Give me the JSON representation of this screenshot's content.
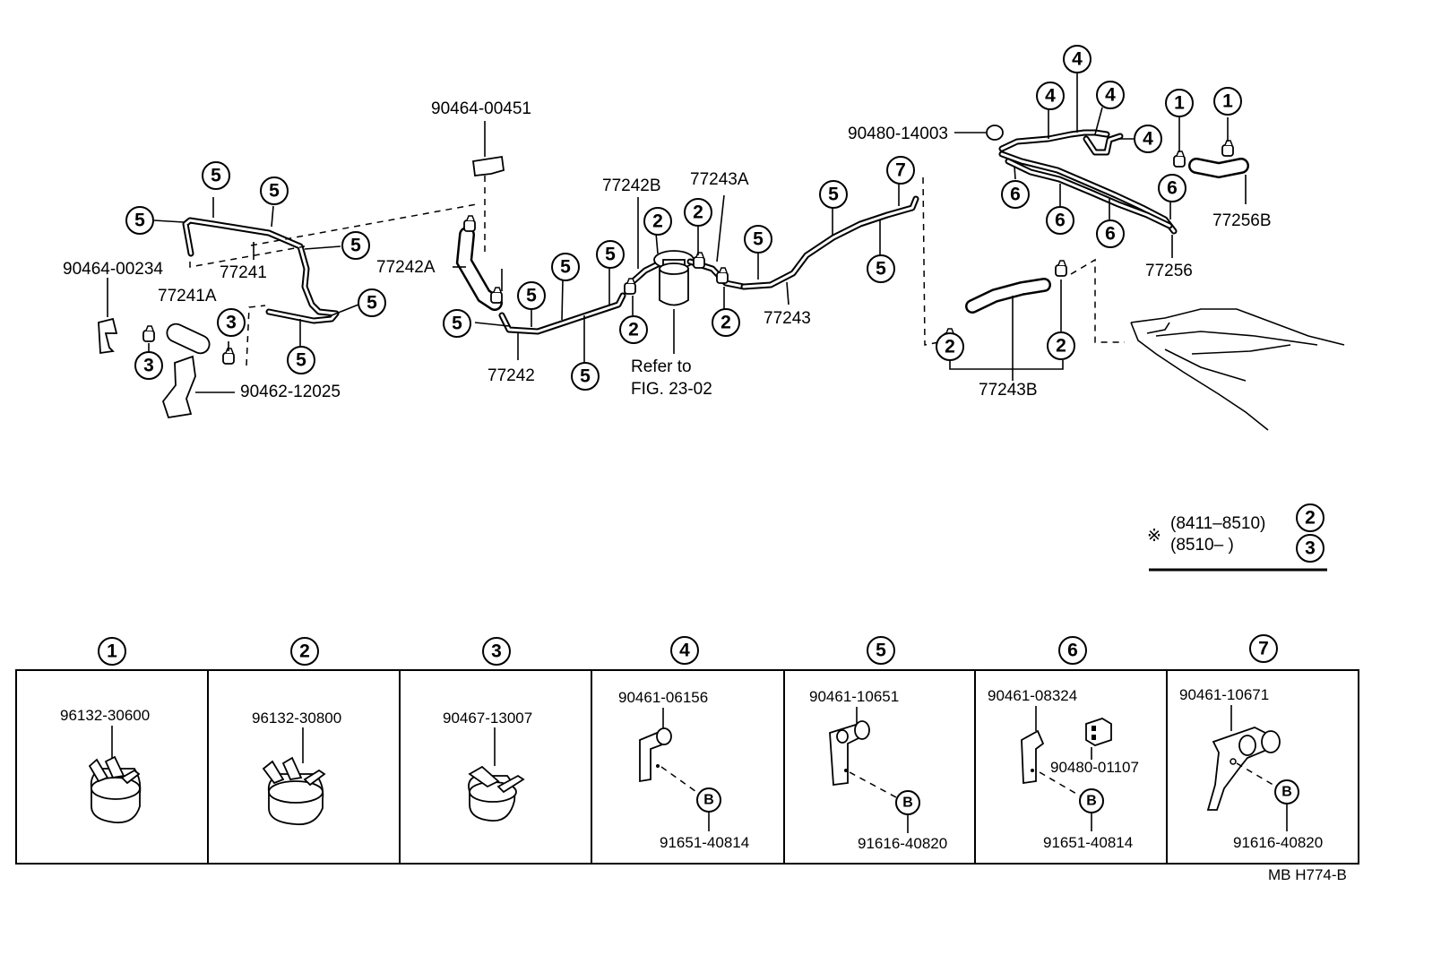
{
  "callouts": {
    "c1": "1",
    "c2": "2",
    "c3": "3",
    "c4": "4",
    "c5": "5",
    "c6": "6",
    "c7": "7",
    "b": "B"
  },
  "parts": {
    "p90464_00451": "90464-00451",
    "p90464_00234": "90464-00234",
    "p77241": "77241",
    "p77241A": "77241A",
    "p90462_12025": "90462-12025",
    "p77242A": "77242A",
    "p77242": "77242",
    "p77242B": "77242B",
    "p77243A": "77243A",
    "refer1": "Refer to",
    "refer2": "FIG. 23-02",
    "p77243": "77243",
    "p90480_14003": "90480-14003",
    "p77256B": "77256B",
    "p77256": "77256",
    "p77243B": "77243B"
  },
  "note": {
    "mark": "※",
    "line1": "(8411–8510)",
    "line2": "(8510–         )"
  },
  "table": [
    {
      "num": "1",
      "part": "96132-30600"
    },
    {
      "num": "2",
      "part": "96132-30800"
    },
    {
      "num": "3",
      "part": "90467-13007"
    },
    {
      "num": "4",
      "part": "90461-06156",
      "bolt": "91651-40814"
    },
    {
      "num": "5",
      "part": "90461-10651",
      "bolt": "91616-40820"
    },
    {
      "num": "6",
      "part": "90461-08324",
      "extra": "90480-01107",
      "bolt": "91651-40814"
    },
    {
      "num": "7",
      "part": "90461-10671",
      "bolt": "91616-40820"
    }
  ],
  "footer": {
    "code": "MB   H774-B"
  }
}
